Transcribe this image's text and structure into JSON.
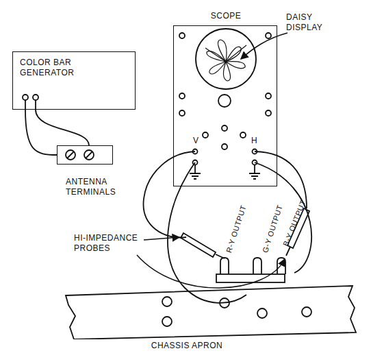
{
  "diagram": {
    "nodes": [
      {
        "text": [
          "COLOR BAR GENERATOR"
        ]
      },
      {
        "text": [
          "ANTENNA TERMINALS"
        ]
      },
      {
        "text": [
          "SCOPE"
        ]
      },
      {
        "text": [
          "CHASSIS APRON"
        ]
      }
    ],
    "edges": [
      {
        "from": 0,
        "to": 1,
        "arrow": "none"
      },
      {
        "from": 0,
        "to": 1,
        "arrow": "none"
      }
    ],
    "labels": [
      "DAISY DISPLAY",
      "V",
      "H",
      "R-Y OUTPUT",
      "G-Y OUTPUT",
      "B-Y OUTPUT",
      "HI-IMPEDANCE PROBES"
    ]
  }
}
